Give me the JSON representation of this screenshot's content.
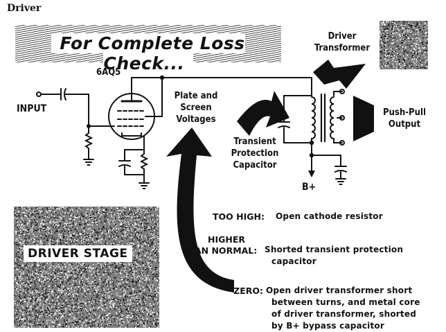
{
  "header": {
    "label": "Driver"
  },
  "banner": {
    "title": "For Complete Loss Check..."
  },
  "schematic": {
    "tube_label": "6AQ5",
    "input_label": "INPUT",
    "plate_screen_label": [
      "Plate and",
      "Screen",
      "Voltages"
    ],
    "driver_transformer_label": [
      "Driver",
      "Transformer"
    ],
    "push_pull_label": [
      "Push-Pull",
      "Output"
    ],
    "transient_label": [
      "Transient",
      "Protection",
      "Capacitor"
    ],
    "bplus_label": "B+"
  },
  "stage_box": {
    "label": "DRIVER STAGE"
  },
  "faults": [
    {
      "key": "TOO HIGH:",
      "desc": "Open cathode resistor"
    },
    {
      "key": [
        "HIGHER",
        "THAN NORMAL:"
      ],
      "desc": [
        "Shorted transient protection",
        "capacitor"
      ]
    },
    {
      "key": "ZERO:",
      "desc": [
        "Open driver transformer short",
        "between turns, and metal core",
        "of driver transformer, shorted",
        "by B+ bypass capacitor"
      ]
    }
  ],
  "colors": {
    "ink": "#111111",
    "paper": "#ffffff",
    "stipple": "#808080"
  }
}
